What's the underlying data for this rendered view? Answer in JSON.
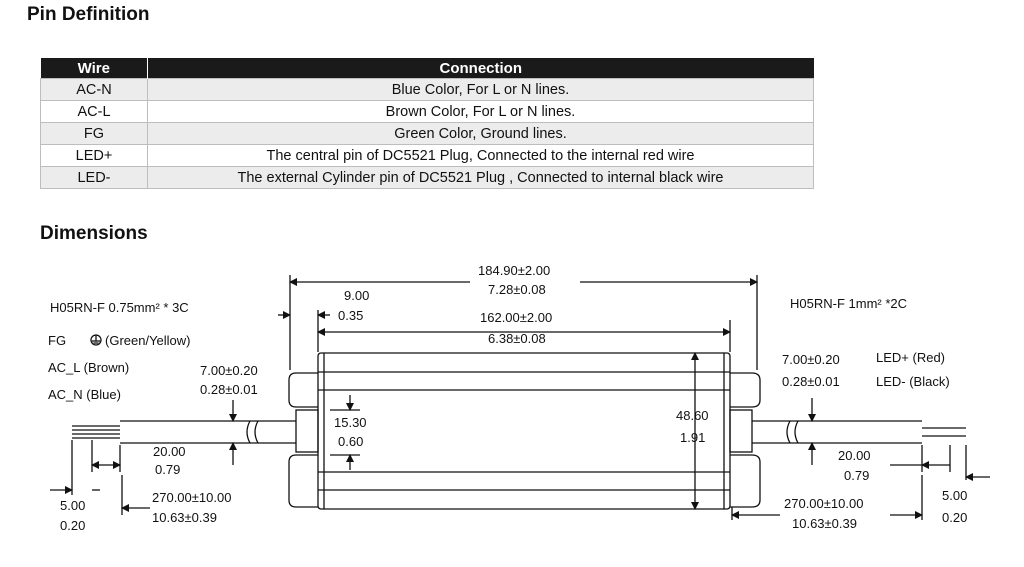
{
  "pin_definition": {
    "title": "Pin Definition",
    "headers": {
      "wire": "Wire",
      "connection": "Connection"
    },
    "rows": [
      {
        "wire": "AC-N",
        "connection": "Blue Color, For L or N lines."
      },
      {
        "wire": "AC-L",
        "connection": "Brown Color, For L or N lines."
      },
      {
        "wire": "FG",
        "connection": "Green Color, Ground lines."
      },
      {
        "wire": "LED+",
        "connection": "The central pin of DC5521 Plug, Connected to the internal red wire"
      },
      {
        "wire": "LED-",
        "connection": "The external Cylinder pin of DC5521 Plug , Connected to internal black wire"
      }
    ]
  },
  "dimensions": {
    "title": "Dimensions",
    "left_cable": "H05RN-F 0.75mm² * 3C",
    "fg_label": "FG",
    "fg_note": "(Green/Yellow)",
    "ac_l": "AC_L   (Brown)",
    "ac_n": "AC_N   (Blue)",
    "right_cable": "H05RN-F 1mm² *2C",
    "led_plus": "LED+ (Red)",
    "led_minus": "LED- (Black)",
    "overall_mm": "184.90±2.00",
    "overall_in": "7.28±0.08",
    "body_mm": "162.00±2.00",
    "body_in": "6.38±0.08",
    "offset_mm": "9.00",
    "offset_in": "0.35",
    "cable_dia_l_mm": "7.00±0.20",
    "cable_dia_l_in": "0.28±0.01",
    "cable_dia_r_mm": "7.00±0.20",
    "cable_dia_r_in": "0.28±0.01",
    "mount_mm": "15.30",
    "mount_in": "0.60",
    "height_mm": "48.60",
    "height_in": "1.91",
    "strip_l_mm": "20.00",
    "strip_l_in": "0.79",
    "strip_r_mm": "20.00",
    "strip_r_in": "0.79",
    "tip_l_mm": "5.00",
    "tip_l_in": "0.20",
    "tip_r_mm": "5.00",
    "tip_r_in": "0.20",
    "cable_len_l_mm": "270.00±10.00",
    "cable_len_l_in": "10.63±0.39",
    "cable_len_r_mm": "270.00±10.00",
    "cable_len_r_in": "10.63±0.39"
  }
}
